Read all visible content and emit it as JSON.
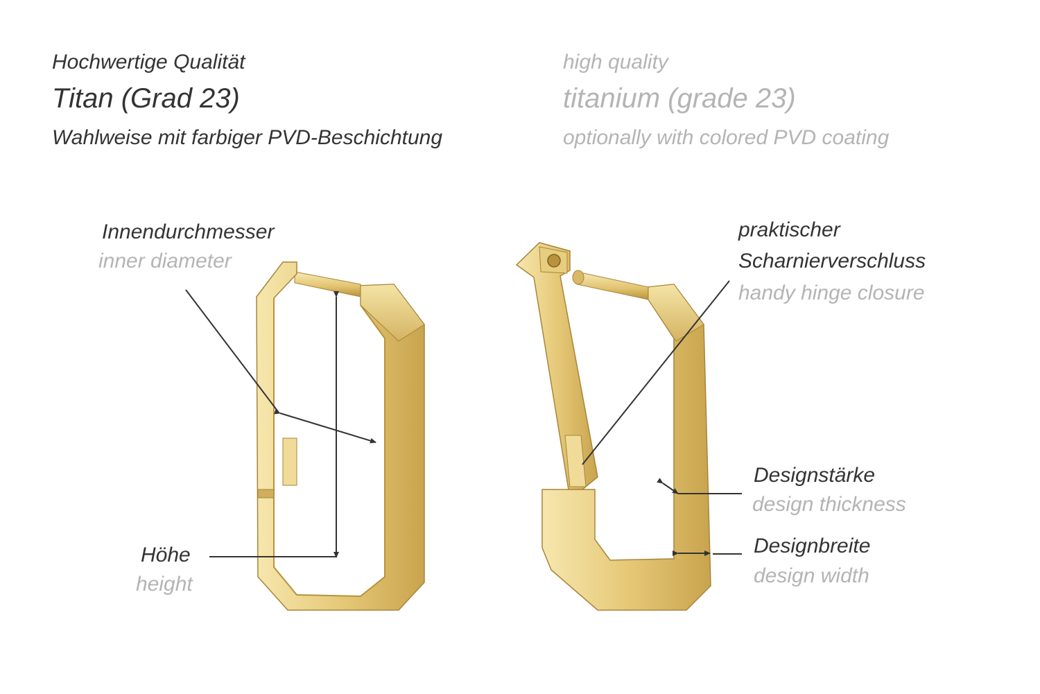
{
  "header": {
    "de": {
      "line1": "Hochwertige Qualität",
      "line2": "Titan (Grad 23)",
      "line3": "Wahlweise mit farbiger PVD-Beschichtung"
    },
    "en": {
      "line1": "high quality",
      "line2": "titanium (grade 23)",
      "line3": "optionally with colored PVD coating"
    }
  },
  "labels": {
    "inner_diameter": {
      "de": "Innendurchmesser",
      "en": "inner diameter"
    },
    "height": {
      "de": "Höhe",
      "en": "height"
    },
    "hinge": {
      "de_line1": "praktischer",
      "de_line2": "Scharnierverschluss",
      "en": "handy hinge closure"
    },
    "thickness": {
      "de": "Designstärke",
      "en": "design thickness"
    },
    "width": {
      "de": "Designbreite",
      "en": "design width"
    }
  },
  "colors": {
    "german_text": "#333333",
    "english_text": "#b4b4b4",
    "gold_light": "#f3e2a0",
    "gold_mid": "#e2c46e",
    "gold_dark": "#b8923c",
    "annotation_line": "#333333"
  }
}
